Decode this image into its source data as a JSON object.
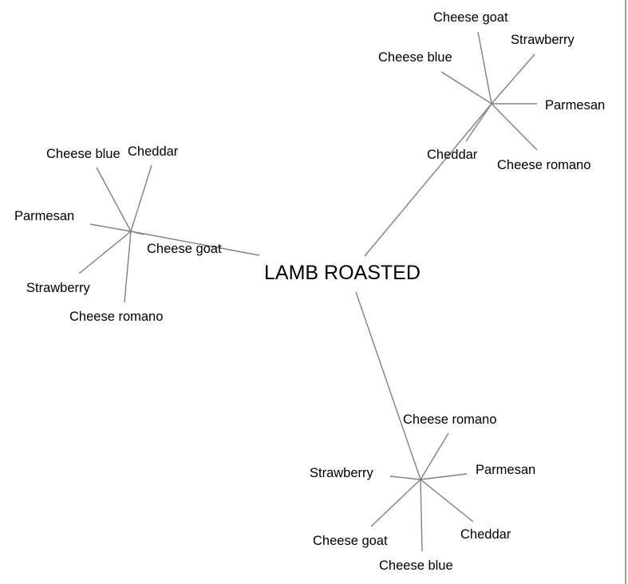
{
  "center": {
    "label": "LAMB ROASTED"
  },
  "clusters": [
    {
      "id": "top-right",
      "items": [
        "Cheese goat",
        "Strawberry",
        "Cheese blue",
        "Parmesan",
        "Cheddar",
        "Cheese romano"
      ]
    },
    {
      "id": "left",
      "items": [
        "Cheese blue",
        "Cheddar",
        "Parmesan",
        "Cheese goat",
        "Strawberry",
        "Cheese romano"
      ]
    },
    {
      "id": "bottom",
      "items": [
        "Cheese romano",
        "Strawberry",
        "Parmesan",
        "Cheese goat",
        "Cheddar",
        "Cheese blue"
      ]
    }
  ]
}
